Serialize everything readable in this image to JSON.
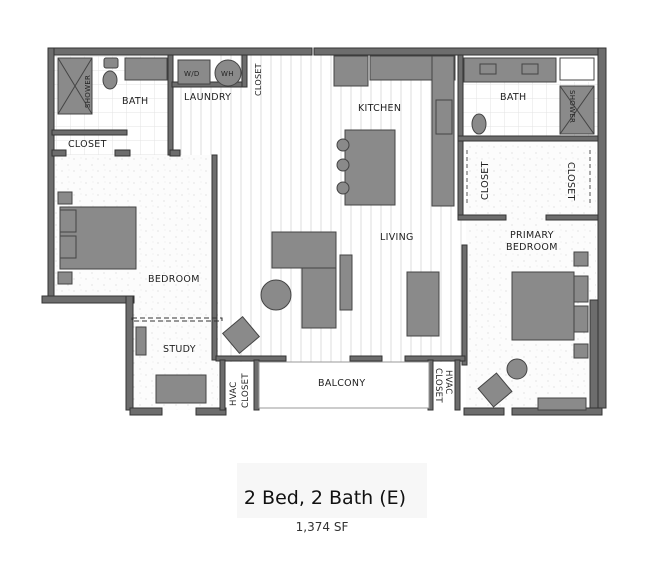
{
  "floorplan": {
    "rooms": {
      "bath_left": "BATH",
      "shower_left": "SHOWER",
      "laundry": "LAUNDRY",
      "wd": "W/D",
      "wh": "WH",
      "closet_top": "CLOSET",
      "closet_left": "CLOSET",
      "kitchen": "KITCHEN",
      "bath_right": "BATH",
      "shower_right": "SHOWER",
      "closet_right_a": "CLOSET",
      "closet_right_b": "CLOSET",
      "bedroom": "BEDROOM",
      "living": "LIVING",
      "primary_line1": "PRIMARY",
      "primary_line2": "BEDROOM",
      "study": "STUDY",
      "hvac_left_1": "HVAC",
      "hvac_left_2": "CLOSET",
      "balcony": "BALCONY",
      "hvac_right_1": "HVAC",
      "hvac_right_2": "CLOSET"
    },
    "colors": {
      "wall": "#6d6d6d",
      "wall_dark": "#3a3a3a",
      "furniture": "#8a8a8a",
      "floor_wood_line": "#d9d9d9",
      "floor_carpet": "#fbfbfb"
    }
  },
  "caption": {
    "title": "2 Bed, 2 Bath (E)",
    "area": "1,374 SF"
  }
}
